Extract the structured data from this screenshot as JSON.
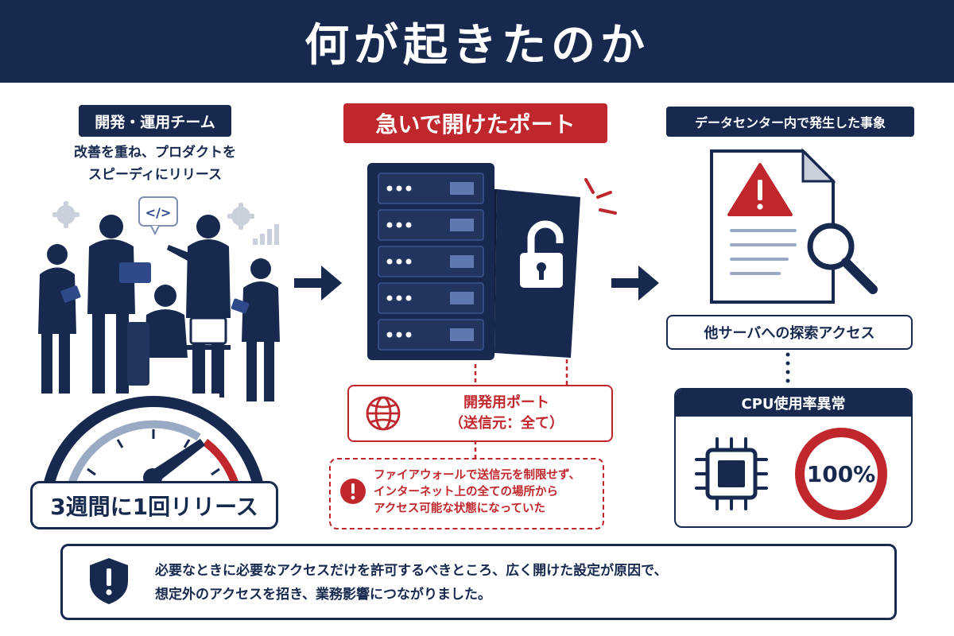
{
  "title": "何が起きたのか",
  "left": {
    "header": "開発・運用チーム",
    "caption_line1": "改善を重ね、プロダクトを",
    "caption_line2": "スピーディにリリース",
    "code_bubble": "</>",
    "release_label": "3週間に1回リリース"
  },
  "middle": {
    "header": "急いで開けたポート",
    "port_line1": "開発用ポート",
    "port_line2": "（送信元：全て）",
    "warning_line1": "ファイアウォールで送信元を制限せず、",
    "warning_line2": "インターネット上の全ての場所から",
    "warning_line3": "アクセス可能な状態になっていた"
  },
  "right": {
    "header": "データセンター内で発生した事象",
    "probe_label": "他サーバへの探索アクセス",
    "cpu_header": "CPU使用率異常",
    "cpu_value": "100%"
  },
  "bottom": {
    "line1": "必要なときに必要なアクセスだけを許可するべきところ、広く開けた設定が原因で、",
    "line2": "想定外のアクセスを招き、業務影響につながりました。"
  },
  "colors": {
    "navy": "#17294f",
    "red": "#c0272d",
    "mid_blue": "#2f4a8a",
    "light_gray": "#c9d0dc"
  }
}
